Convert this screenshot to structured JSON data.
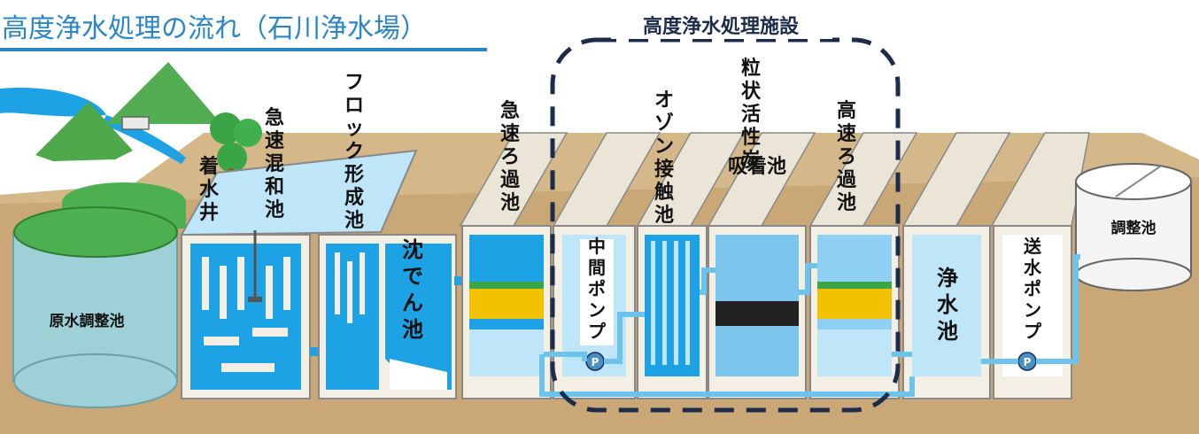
{
  "title": "高度浄水処理の流れ（石川浄水場）",
  "advanced_section_title": "高度浄水処理施設",
  "facilities": {
    "raw_reservoir": "原水調整池",
    "receiving_well": "着水井",
    "rapid_mixing": "急速混和池",
    "flocculation": "フロック形成池",
    "sedimentation": "沈でん池",
    "rapid_filter": "急速ろ過池",
    "intermediate_pump": "中間ポンプ",
    "ozone_contact": "オゾン接触池",
    "gac_adsorption": [
      "粒状活性炭",
      "吸着池"
    ],
    "high_speed_filter": "高速ろ過池",
    "clear_well": "浄水池",
    "distribution_pump": "送水ポンプ",
    "regulating_reservoir": "調整池"
  },
  "pump_symbol": "P",
  "colors": {
    "ground": "#c9a776",
    "water_blue": "#1ea2e6",
    "light_blue": "#bfe5f8",
    "tank_wall": "#f3efe4",
    "advanced_border": "#1d2c4a",
    "title": "#2a86c8",
    "mountain": "#53ad52"
  }
}
